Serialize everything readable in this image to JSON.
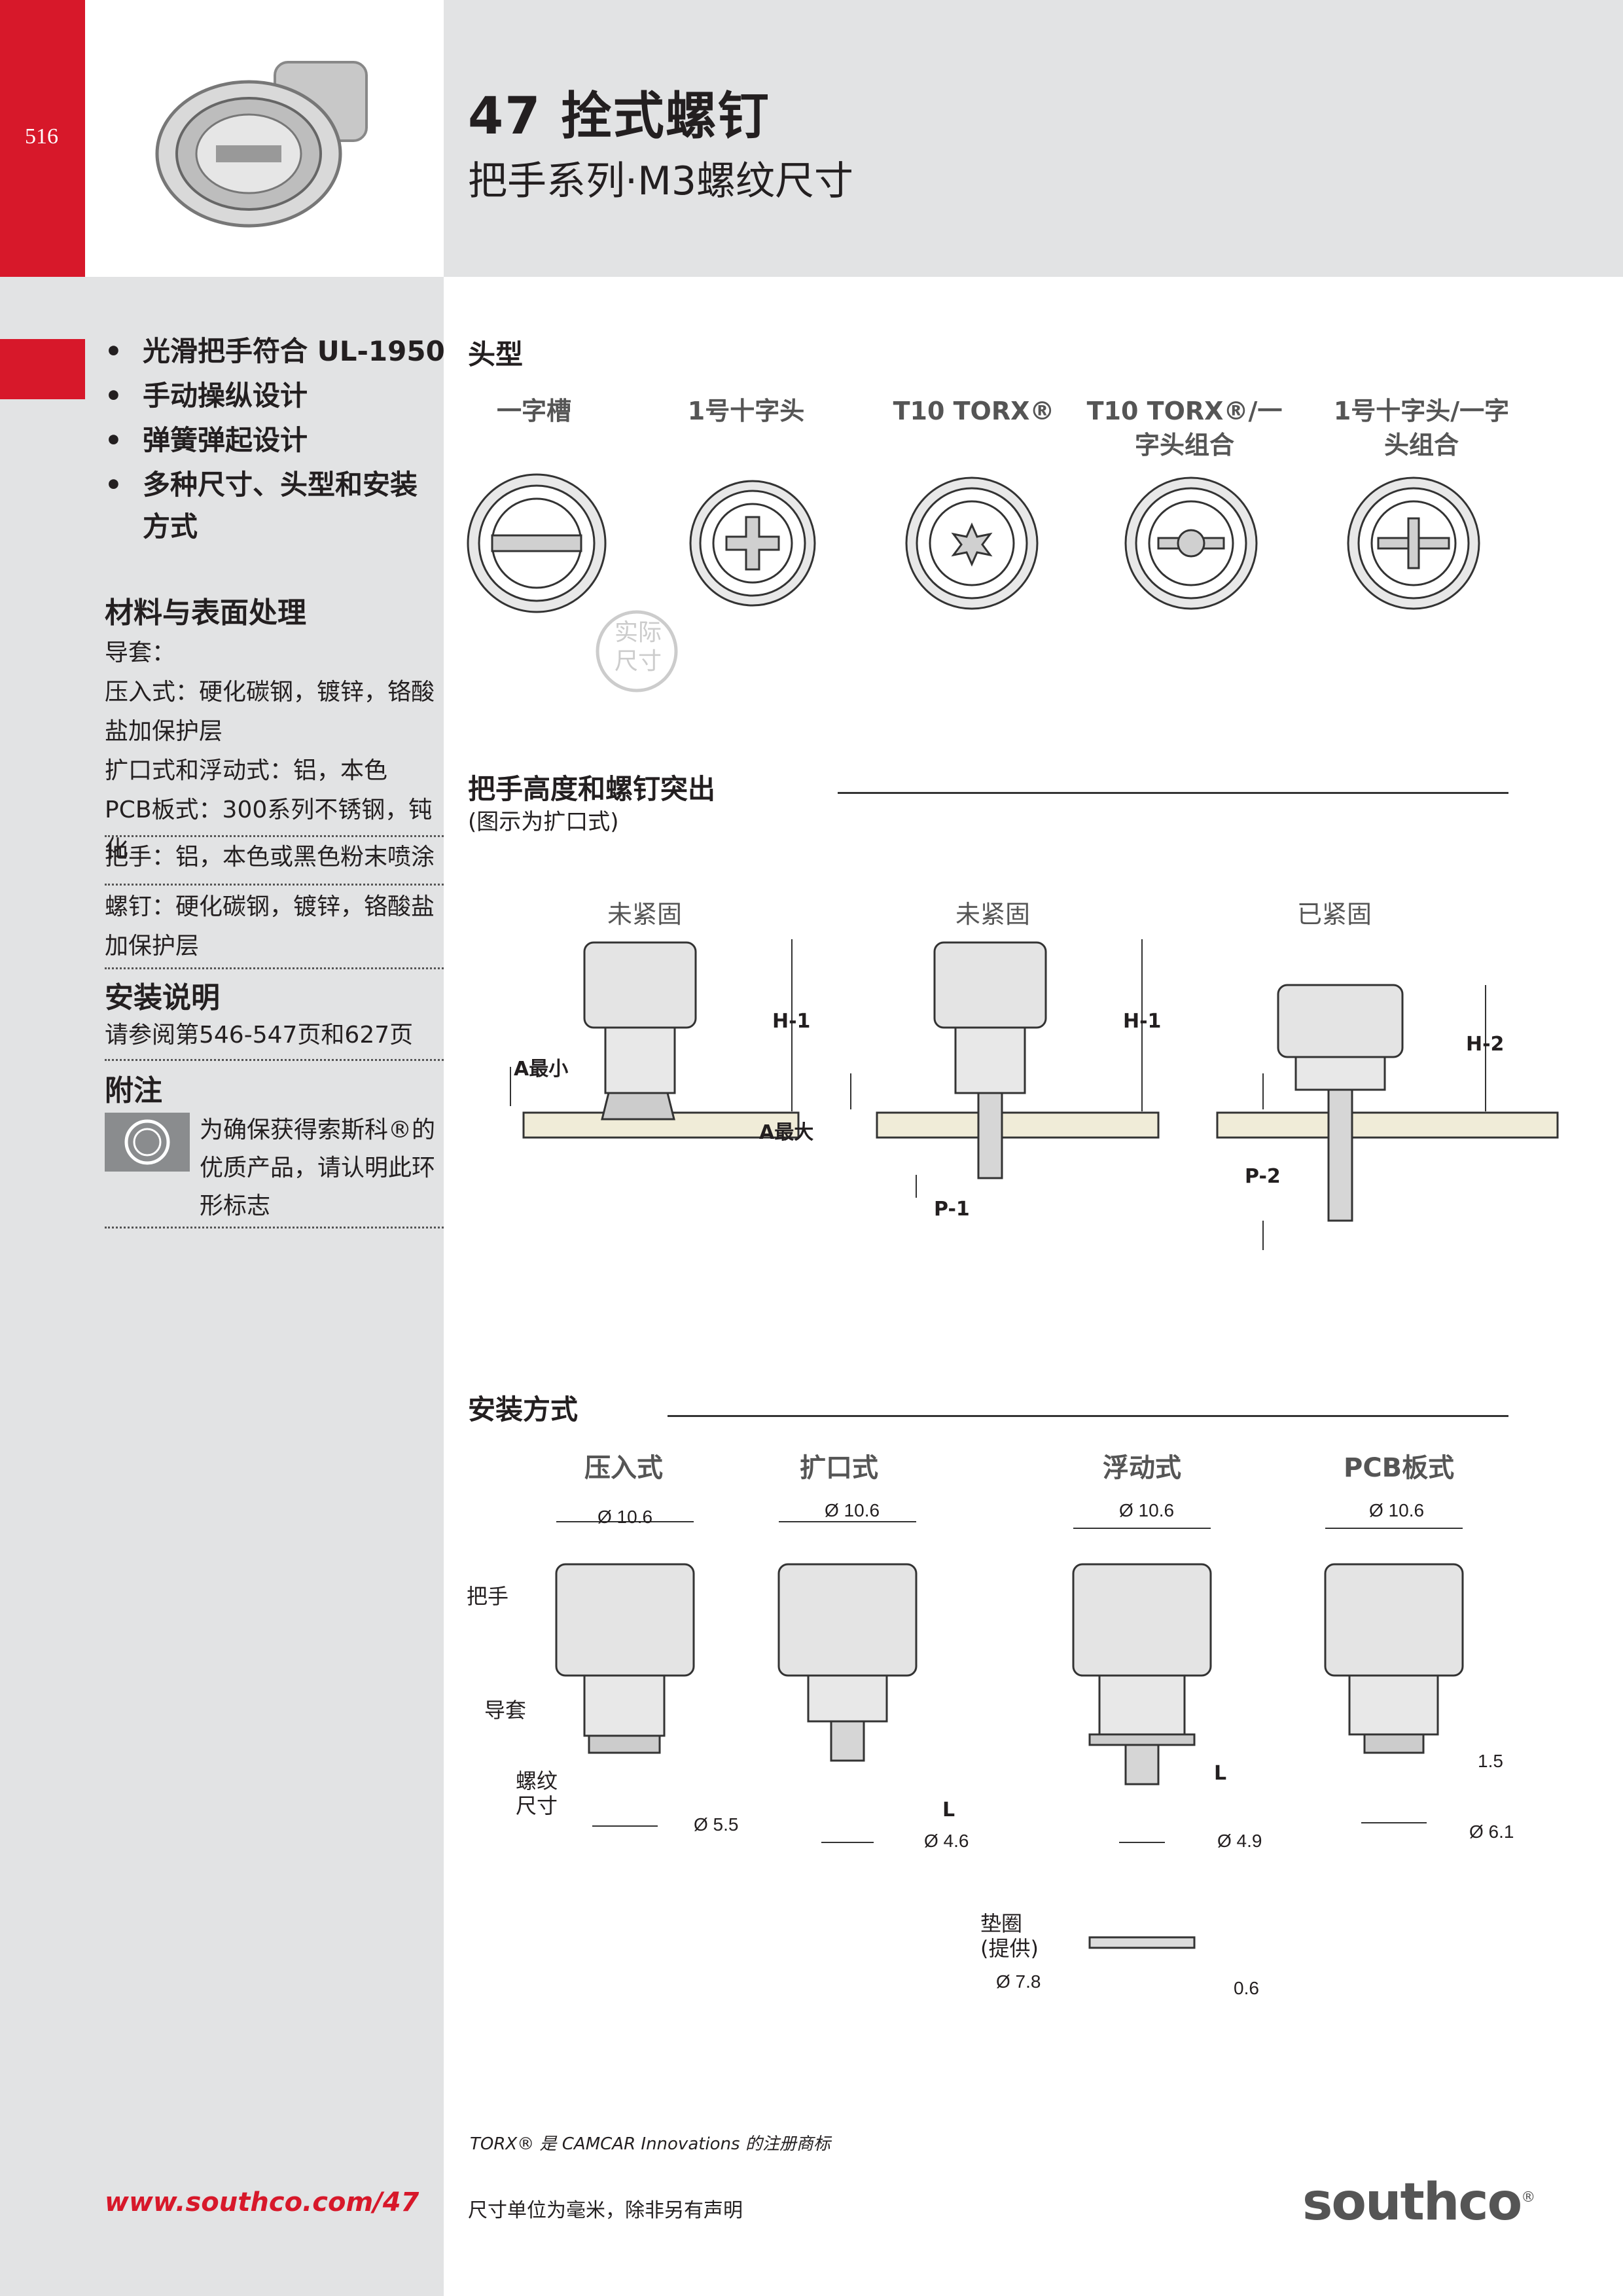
{
  "header": {
    "page_number": "516",
    "title": "47 拴式螺钉",
    "subtitle": "把手系列·M3螺纹尺寸"
  },
  "features": [
    "光滑把手符合 UL-1950",
    "手动操纵设计",
    "弹簧弹起设计",
    "多种尺寸、头型和安装方式"
  ],
  "materials": {
    "heading": "材料与表面处理",
    "lines": [
      "导套：",
      "压入式：硬化碳钢，镀锌，铬酸盐加保护层",
      "扩口式和浮动式：铝，本色",
      "PCB板式：300系列不锈钢，钝化",
      "把手：铝，本色或黑色粉末喷涂",
      "螺钉：硬化碳钢，镀锌，铬酸盐加保护层"
    ]
  },
  "install_note": {
    "heading": "安装说明",
    "text": "请参阅第546-547页和627页"
  },
  "notes": {
    "heading": "附注",
    "text": "为确保获得索斯科®的优质产品，请认明此环形标志"
  },
  "head_types": {
    "heading": "头型",
    "labels": [
      "一字槽",
      "1号十字头",
      "T10 TORX®",
      "T10 TORX®/一字头组合",
      "1号十字头/一字头组合"
    ],
    "stamp": "实际尺寸"
  },
  "height_section": {
    "heading": "把手高度和螺钉突出",
    "sub": "(图示为扩口式)",
    "states": [
      "未紧固",
      "未紧固",
      "已紧固"
    ],
    "labels": {
      "h1": "H-1",
      "h2": "H-2",
      "p1": "P-1",
      "p2": "P-2",
      "a_min": "A最小",
      "a_max": "A最大"
    }
  },
  "mounting": {
    "heading": "安装方式",
    "types": [
      "压入式",
      "扩口式",
      "浮动式",
      "PCB板式"
    ],
    "callouts": {
      "knob": "把手",
      "ferrule": "导套",
      "thread": "螺纹尺寸",
      "washer": "垫圈(提供)"
    },
    "dims": {
      "knob_dia": "Ø 10.6",
      "press_dia": "Ø 5.5",
      "flare_dia": "Ø 4.6",
      "float_dia": "Ø 4.9",
      "pcb_dia": "Ø 6.1",
      "pcb_h": "1.5",
      "L": "L",
      "washer_dia": "Ø 7.8",
      "washer_t": "0.6"
    }
  },
  "footer": {
    "torx_note": "TORX® 是 CAMCAR Innovations 的注册商标",
    "units": "尺寸单位为毫米，除非另有声明",
    "url": "www.southco.com/47",
    "logo": "southco"
  }
}
